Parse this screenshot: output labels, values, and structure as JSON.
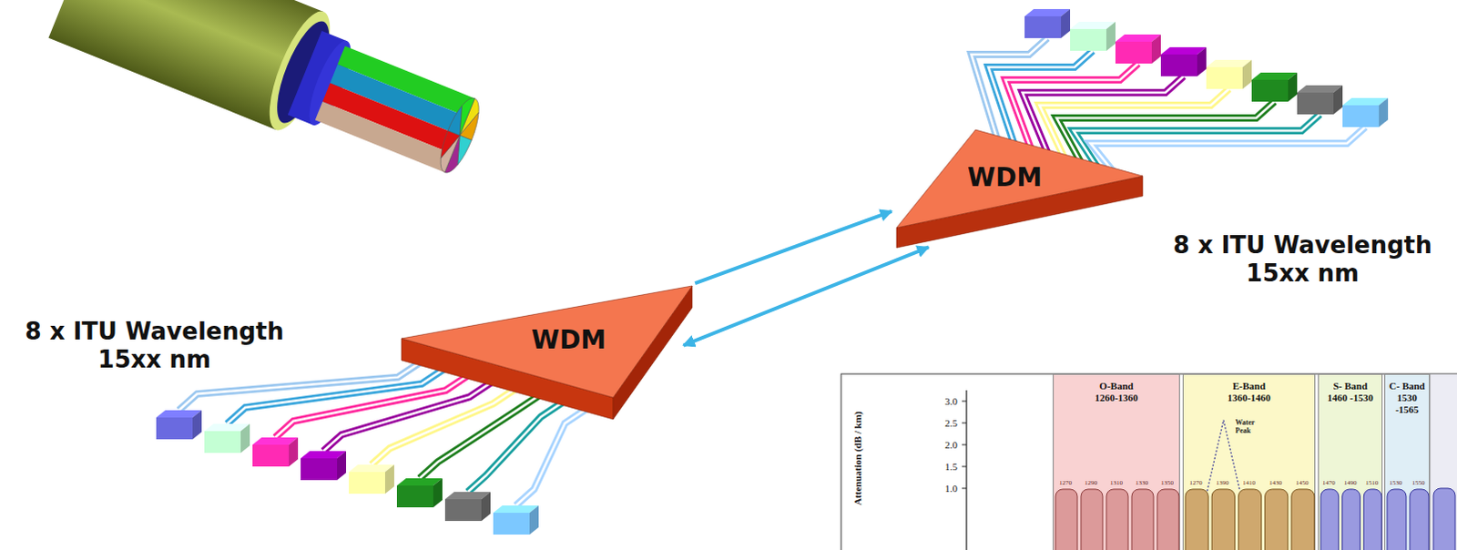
{
  "diagram": {
    "nodes": [
      {
        "text": [
          "WDM"
        ]
      },
      {
        "text": [
          "WDM"
        ]
      },
      {
        "text": [
          "O-Band",
          "1260-1360"
        ]
      },
      {
        "text": [
          "E-Band",
          "1360-1460"
        ]
      },
      {
        "text": [
          "S- Band",
          "1460 -1530"
        ]
      },
      {
        "text": [
          "C- Band",
          "1530 -1565"
        ]
      }
    ],
    "edges": [
      {
        "from": 1,
        "to": 0,
        "arrow": "to"
      },
      {
        "from": 1,
        "to": 0,
        "arrow": "both"
      }
    ],
    "labels": [
      "8 x ITU Wavelength 15xx nm",
      "8 x ITU Wavelength 15xx nm",
      "3.0",
      "2.5",
      "2.0",
      "1.5",
      "1.0",
      "Attenuation (dB / km)",
      "Water Peak",
      "1270",
      "1290",
      "1310",
      "1330",
      "1350",
      "1270",
      "1390",
      "1410",
      "1430",
      "1450",
      "1470",
      "1490",
      "1510",
      "1530",
      "1550"
    ]
  }
}
